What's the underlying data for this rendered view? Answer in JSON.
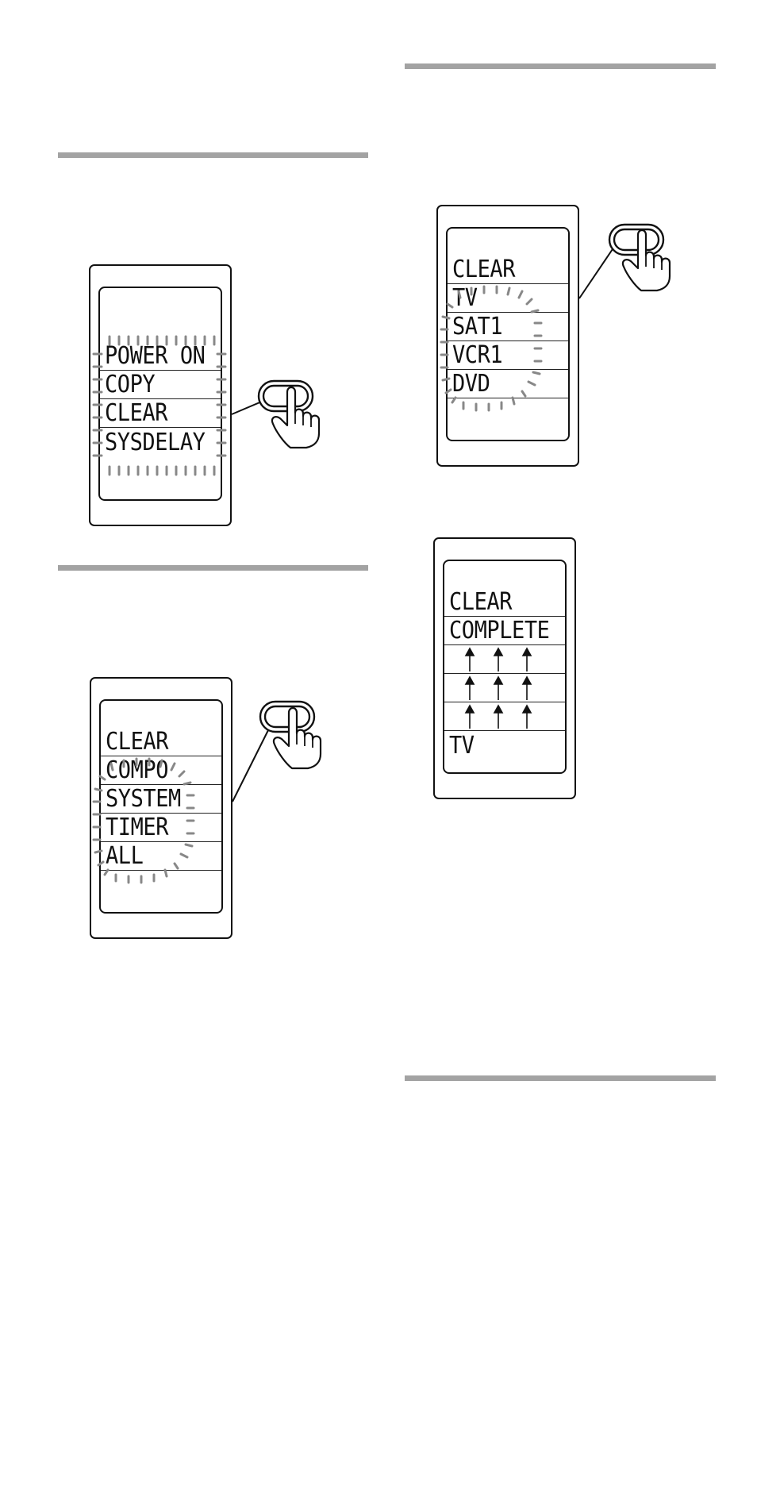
{
  "panels": [
    {
      "id": "system-delete",
      "rows": [
        "POWER ON",
        "COPY",
        "CLEAR",
        "SYSDELAY"
      ]
    },
    {
      "id": "clear-menu",
      "rows": [
        "CLEAR",
        "COMPO",
        "SYSTEM",
        "TIMER",
        "ALL"
      ]
    },
    {
      "id": "compo-select",
      "rows": [
        "CLEAR",
        "TV",
        "SAT1",
        "VCR1",
        "DVD"
      ]
    },
    {
      "id": "clear-complete",
      "rows": [
        "CLEAR",
        "COMPLETE",
        "",
        "",
        "",
        "TV"
      ],
      "arrow_rows": 3,
      "arrows_per_row": 3
    }
  ],
  "icons": {
    "button": "oval-button-icon",
    "hand": "pointing-hand-icon",
    "arrow": "arrow-up-icon"
  },
  "colors": {
    "rule": "#a3a3a3",
    "blink_marks": "#888888",
    "ink": "#111111"
  }
}
